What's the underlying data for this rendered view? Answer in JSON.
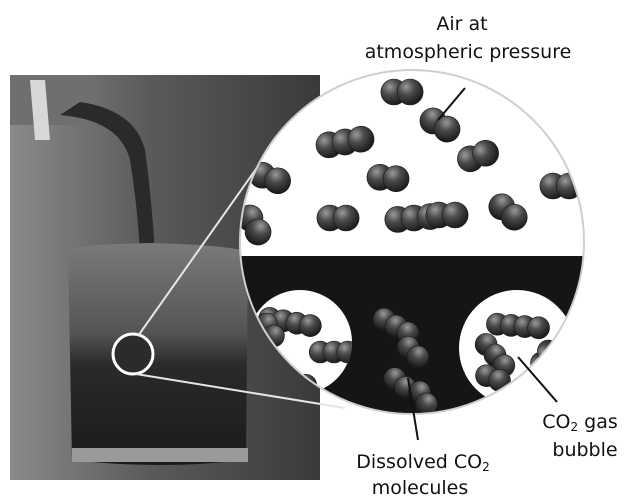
{
  "labels": {
    "air_line1": "Air at",
    "air_line2": "atmospheric pressure",
    "co2_prefix": "CO",
    "co2_subscript": "2",
    "co2_gas_suffix": "gas",
    "bubble": "bubble",
    "dissolved_prefix": "Dissolved CO",
    "molecules": "molecules"
  },
  "colors": {
    "molecule": "#3a3a3a",
    "liquid": "#151515",
    "air_background": "#ffffff",
    "bubble_background": "#ffffff",
    "leader_line": "#111111"
  }
}
